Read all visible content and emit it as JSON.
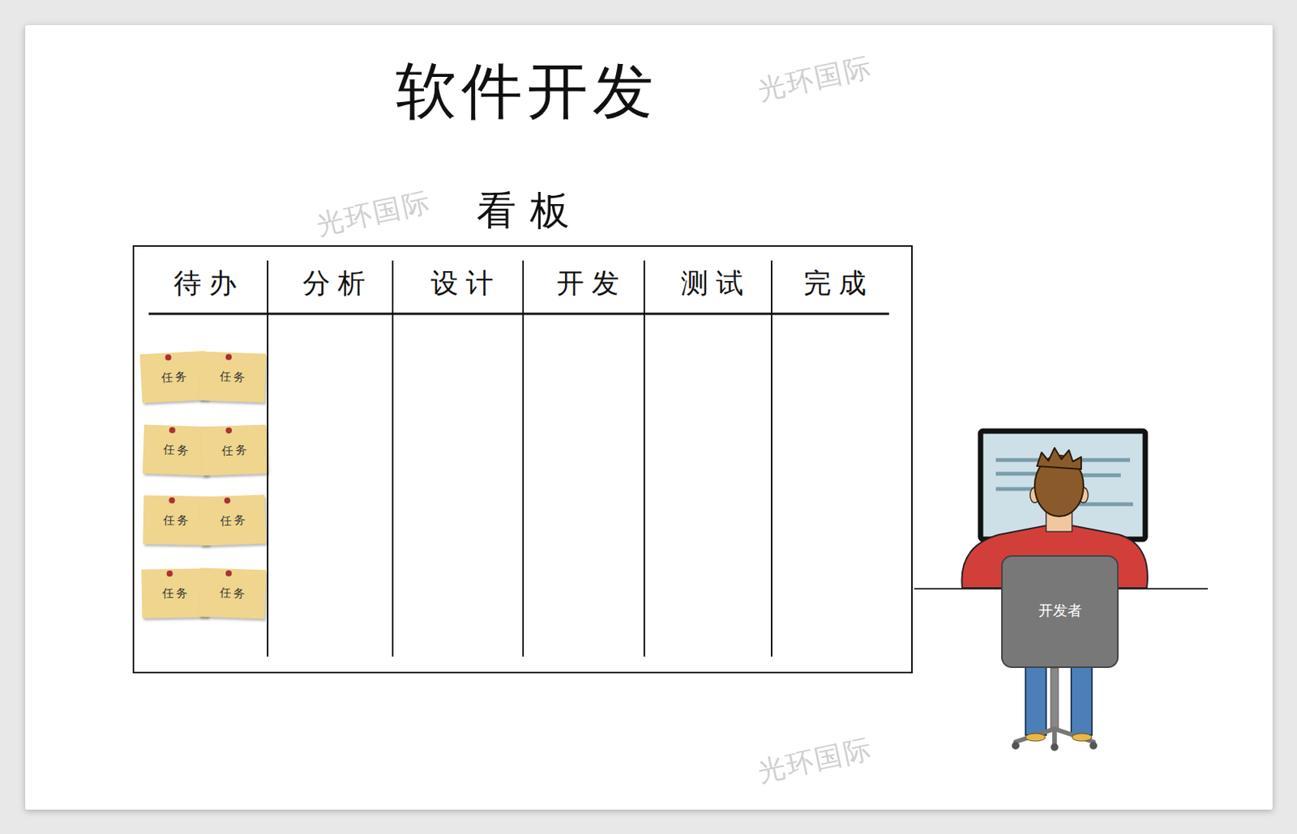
{
  "diagram": {
    "title": "软件开发",
    "nodes": [
      {
        "text": [
          "看板"
        ]
      },
      {
        "text": [
          "待办"
        ],
        "in": 0
      },
      {
        "text": [
          "分析"
        ],
        "in": 0
      },
      {
        "text": [
          "设计"
        ],
        "in": 0
      },
      {
        "text": [
          "开发"
        ],
        "in": 0
      },
      {
        "text": [
          "测试"
        ],
        "in": 0
      },
      {
        "text": [
          "完成"
        ],
        "in": 0
      },
      {
        "text": [
          "任务"
        ],
        "in": 1
      },
      {
        "text": [
          "任务"
        ],
        "in": 1
      },
      {
        "text": [
          "任务"
        ],
        "in": 1
      },
      {
        "text": [
          "任务"
        ],
        "in": 1
      },
      {
        "text": [
          "任务"
        ],
        "in": 1
      },
      {
        "text": [
          "任务"
        ],
        "in": 1
      },
      {
        "text": [
          "任务"
        ],
        "in": 1
      },
      {
        "text": [
          "任务"
        ],
        "in": 1
      },
      {
        "text": [
          "开发者"
        ]
      }
    ],
    "labels": [
      "光环国际",
      "光环国际",
      "光环国际"
    ]
  }
}
